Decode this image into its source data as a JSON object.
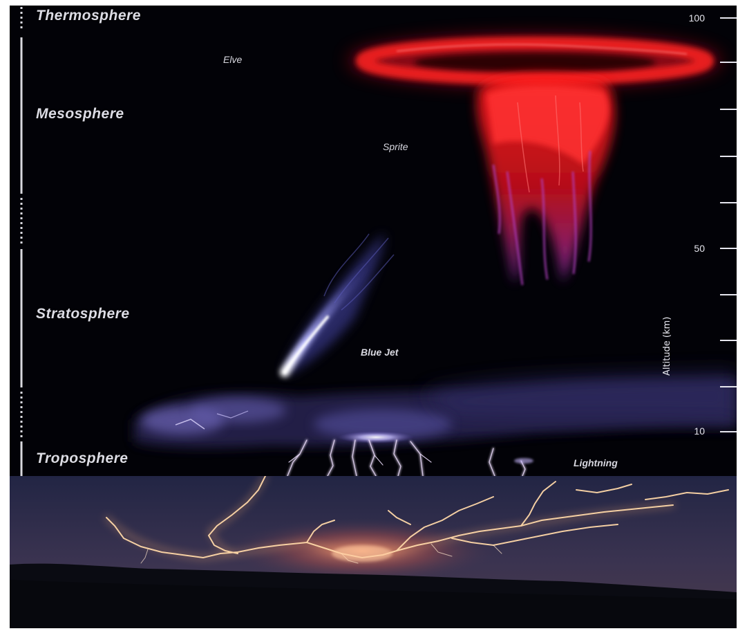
{
  "layers": [
    {
      "label": "Thermosphere"
    },
    {
      "label": "Mesosphere"
    },
    {
      "label": "Stratosphere"
    },
    {
      "label": "Troposphere"
    }
  ],
  "phenomena": {
    "elve": "Elve",
    "sprite": "Sprite",
    "blue_jet": "Blue Jet",
    "lightning": "Lightning"
  },
  "axis": {
    "title": "Altitude (km)",
    "tick_labels": [
      "100",
      "50",
      "10"
    ]
  },
  "colors": {
    "background": "#020207",
    "elve": "#e0141a",
    "sprite": "#d8101a",
    "blue_jet": "#8c8cf0",
    "cloud": "#6a60b0",
    "lightning": "#f2e2ff",
    "ground_lightning": "#ffc890"
  }
}
